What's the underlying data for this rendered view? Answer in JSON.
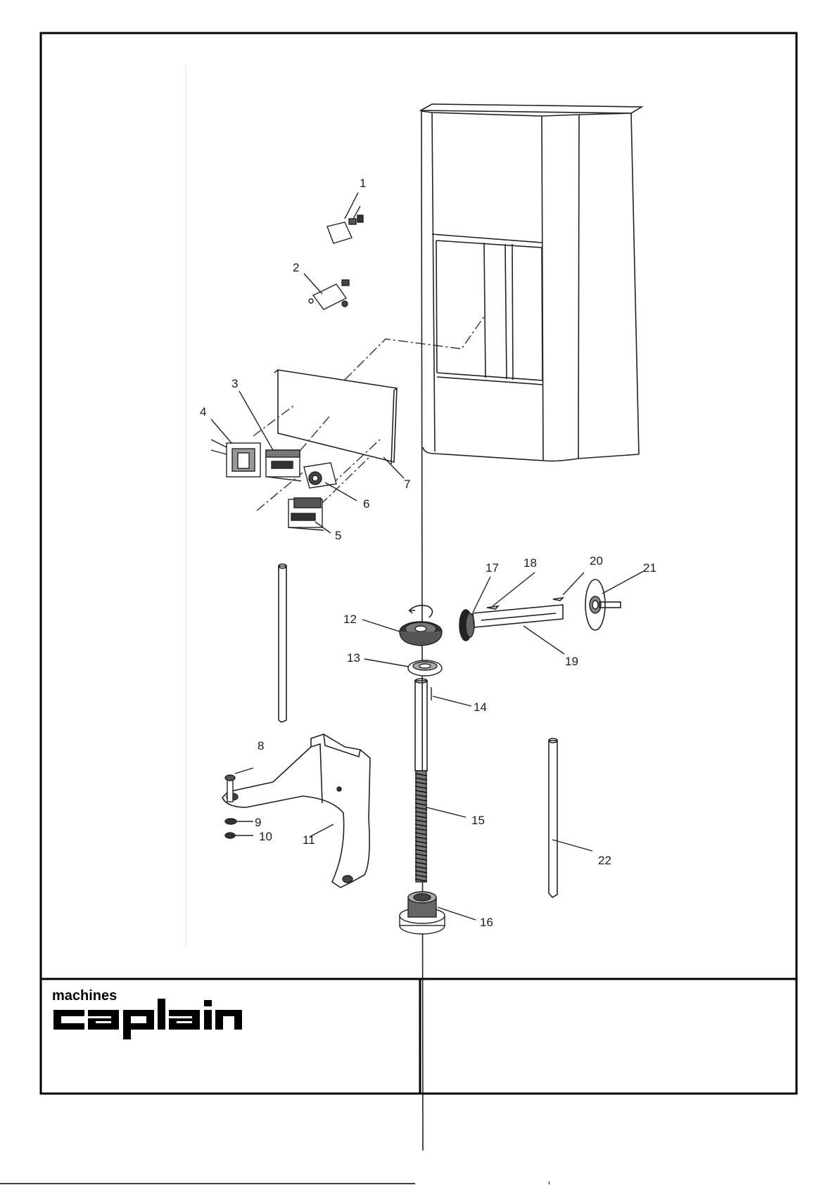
{
  "brand": {
    "small": "machines",
    "large": "caplain"
  },
  "callouts": {
    "c1": "1",
    "c2": "2",
    "c3": "3",
    "c4": "4",
    "c5": "5",
    "c6": "6",
    "c7": "7",
    "c8": "8",
    "c9": "9",
    "c10": "10",
    "c11": "11",
    "c12": "12",
    "c13": "13",
    "c14": "14",
    "c15": "15",
    "c16": "16",
    "c17": "17",
    "c18": "18",
    "c19": "19",
    "c20": "20",
    "c21": "21",
    "c22": "22"
  },
  "colors": {
    "ink": "#222222",
    "paper": "#ffffff"
  }
}
